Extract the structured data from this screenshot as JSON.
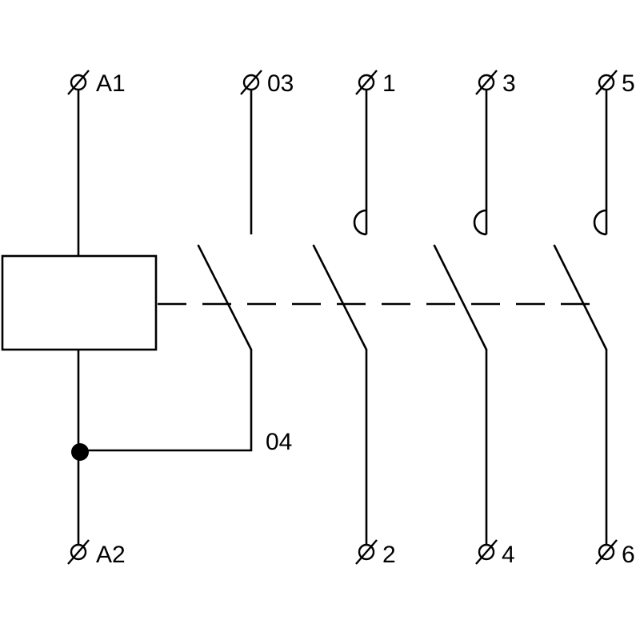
{
  "colors": {
    "stroke": "#000000",
    "background": "#ffffff"
  },
  "terminals": {
    "coil_top": "A1",
    "coil_bottom": "A2",
    "aux_top": "03",
    "aux_bottom": "04",
    "main": [
      {
        "top": "1",
        "bottom": "2"
      },
      {
        "top": "3",
        "bottom": "4"
      },
      {
        "top": "5",
        "bottom": "6"
      }
    ]
  }
}
